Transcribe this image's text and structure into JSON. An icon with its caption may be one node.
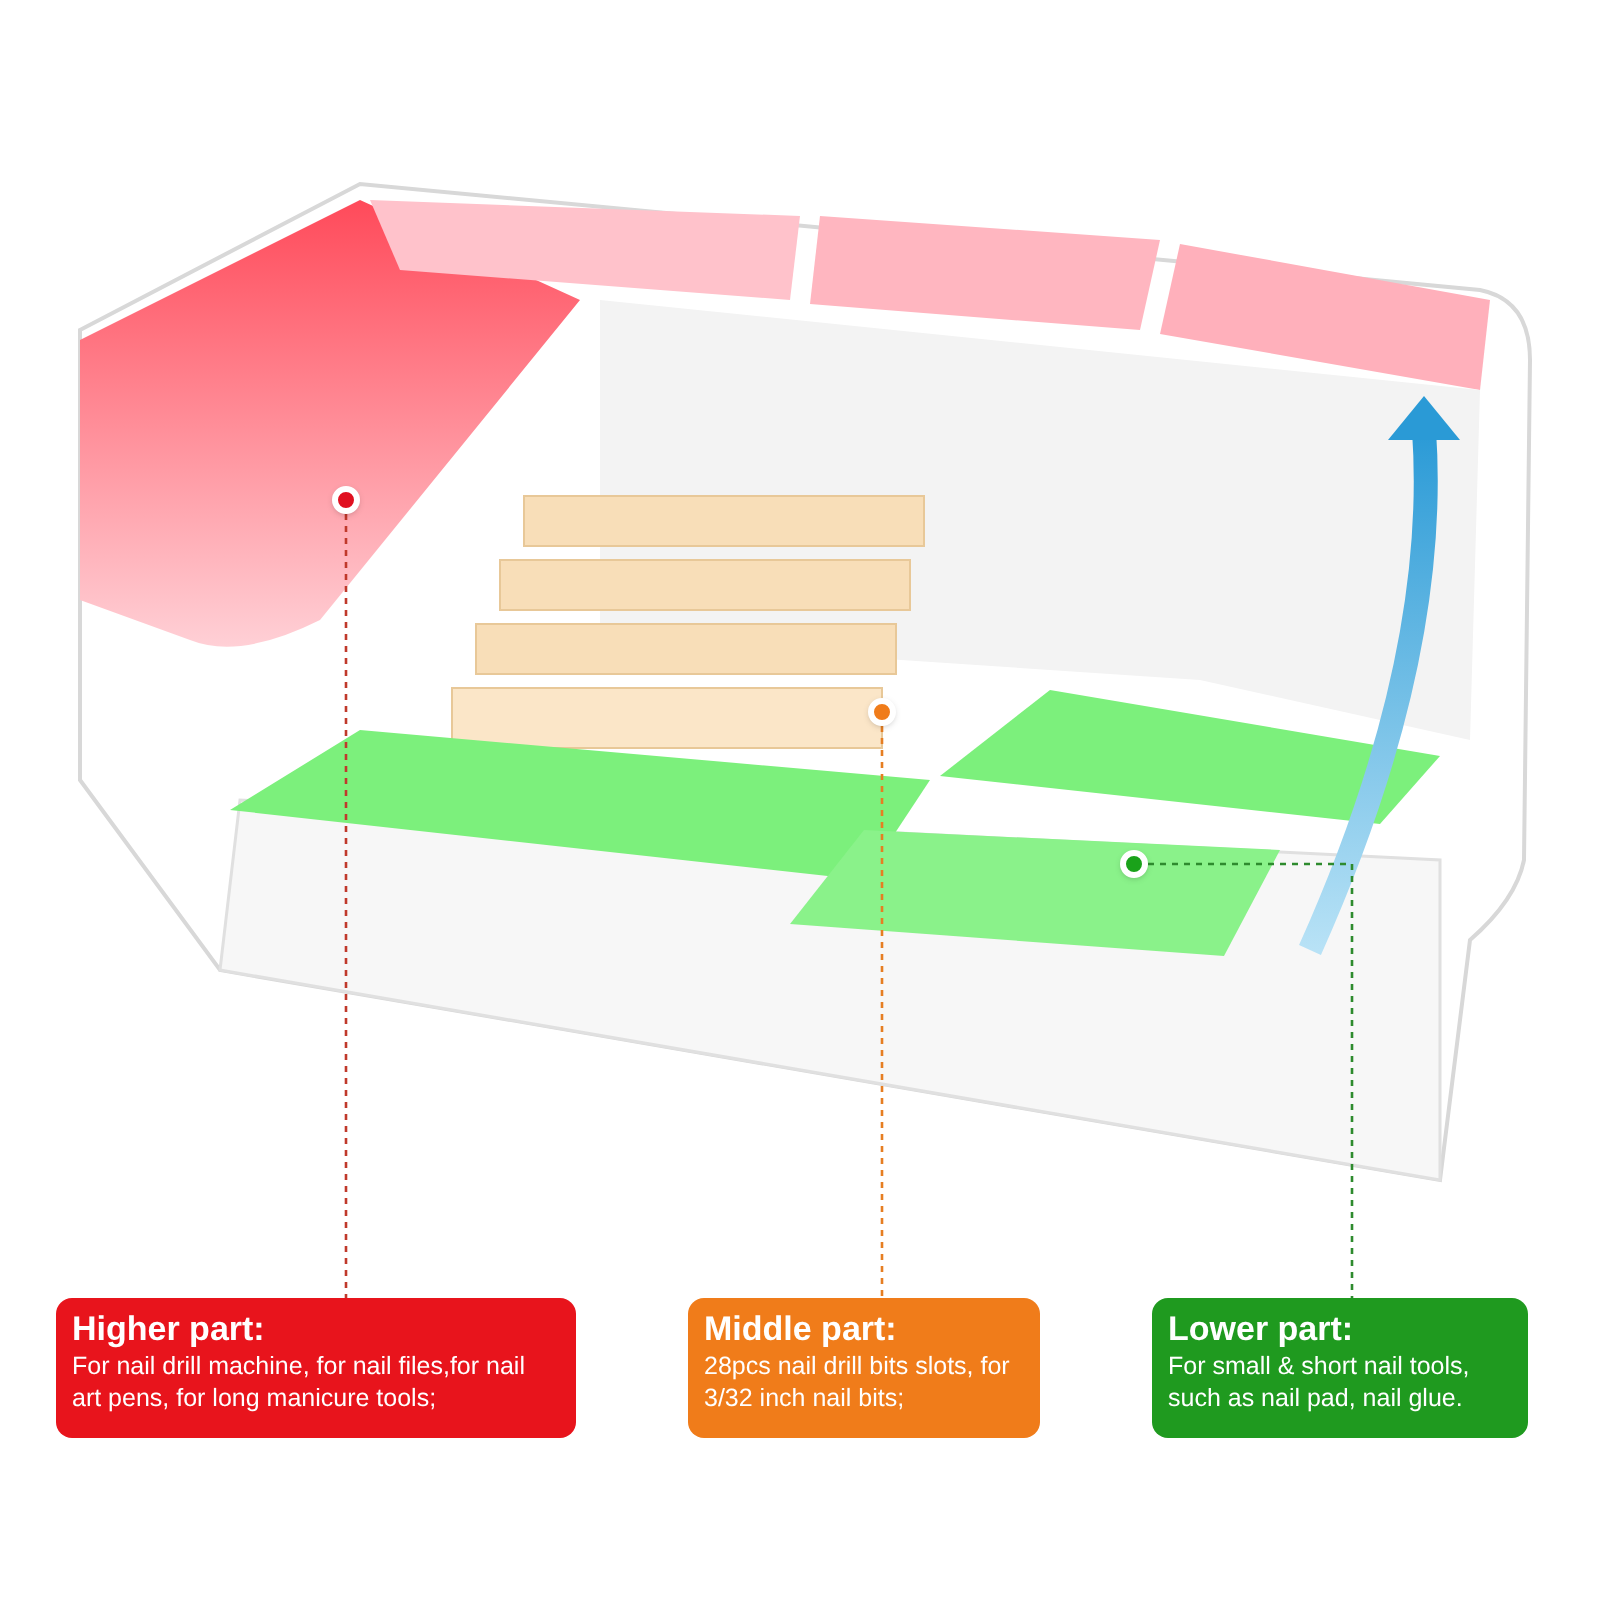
{
  "diagram": {
    "nodes": [
      {
        "text": [
          "Higher part:",
          "For nail drill machine, for nail files,for nail art pens, for long manicure tools;"
        ]
      },
      {
        "text": [
          "Middle part:",
          "28pcs nail drill bits slots, for 3/32 inch nail bits;"
        ]
      },
      {
        "text": [
          "Lower part:",
          "For small & short nail tools, such as nail pad, nail glue."
        ]
      },
      {
        "text": [],
        "shape": "circle"
      },
      {
        "text": [],
        "shape": "circle"
      },
      {
        "text": [],
        "shape": "circle"
      }
    ],
    "edges": [
      {
        "from": 3,
        "to": 0,
        "arrow": "none",
        "style": "dashed",
        "color": "#c0392b"
      },
      {
        "from": 4,
        "to": 1,
        "arrow": "none",
        "style": "dashed",
        "color": "#e67e22"
      },
      {
        "from": 5,
        "to": 2,
        "arrow": "none",
        "style": "dashed",
        "color": "#2e8b2e"
      }
    ]
  }
}
